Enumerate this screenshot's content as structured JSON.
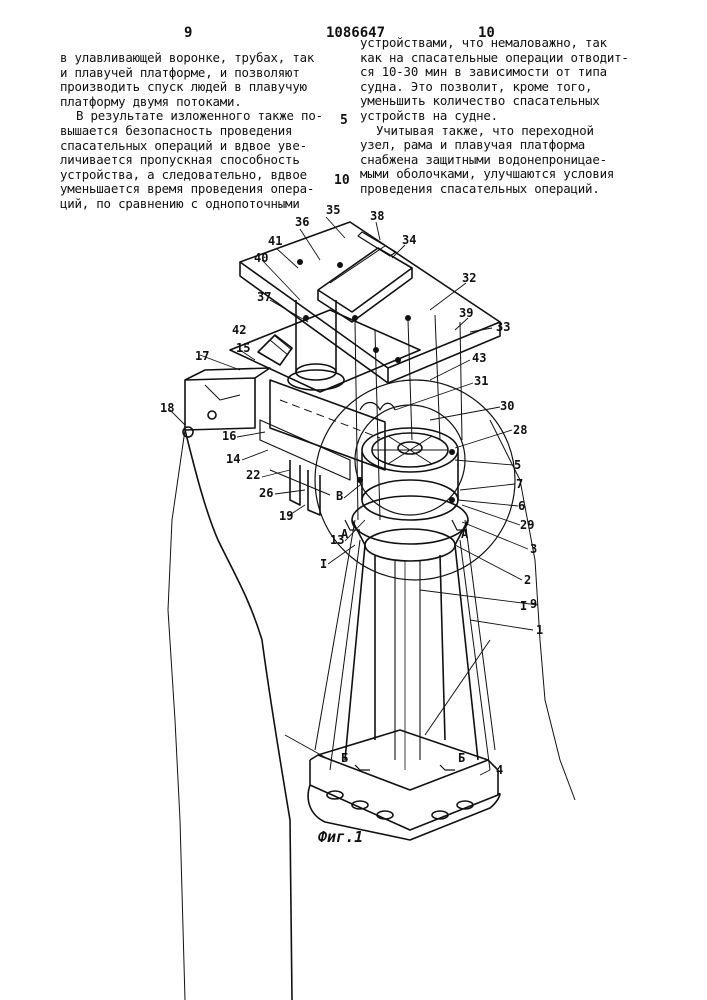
{
  "header": {
    "page_left": "9",
    "patent_number": "1086647",
    "page_right": "10"
  },
  "left_column": {
    "paragraph1": [
      "в улавливающей воронке, трубах, так",
      "и плавучей платформе, и позволяют",
      "производить спуск людей в плавучую",
      "платформу двумя потоками."
    ],
    "paragraph2": [
      "В результате изложенного также по-",
      "вышается безопасность проведения",
      "спасательных операций и вдвое уве-",
      "личивается пропускная способность",
      "устройства, а следовательно, вдвое",
      "уменьшается время проведения опера-",
      "ций, по сравнению с однопоточными"
    ]
  },
  "right_column": {
    "paragraph1": [
      "устройствами, что немаловажно, так",
      "как на спасательные операции отводит-",
      "ся 10-30 мин в зависимости от типа",
      "судна. Это позволит, кроме того,",
      "уменьшить количество спасательных",
      "устройств на судне."
    ],
    "paragraph2": [
      "Учитывая также, что переходной",
      "узел, рама и плавучая платформа",
      "снабжена защитными водонепроницае-",
      "мыми оболочками, улучшаются условия",
      "проведения спасательных операций."
    ]
  },
  "line_markers": [
    "5",
    "10"
  ],
  "figure": {
    "caption": "Фиг.1",
    "labels": {
      "l35": "35",
      "l38": "38",
      "l36": "36",
      "l34": "34",
      "l41": "41",
      "l40": "40",
      "l32": "32",
      "l37": "37",
      "l39": "39",
      "l33": "33",
      "l42": "42",
      "l43": "43",
      "l15": "15",
      "l17": "17",
      "l31": "31",
      "l30": "30",
      "l18": "18",
      "l28": "28",
      "l16": "16",
      "l14": "14",
      "l5": "5",
      "l22": "22",
      "l7": "7",
      "l26": "26",
      "lB": "В",
      "l6": "6",
      "l19": "19",
      "l29": "29",
      "l13": "13",
      "lA1": "А",
      "lA2": "А",
      "l3": "3",
      "lI1": "I",
      "l2": "2",
      "l9": "9",
      "lI2": "I",
      "l1": "1",
      "lB1": "Б",
      "lB2": "Б",
      "l4": "4"
    }
  }
}
